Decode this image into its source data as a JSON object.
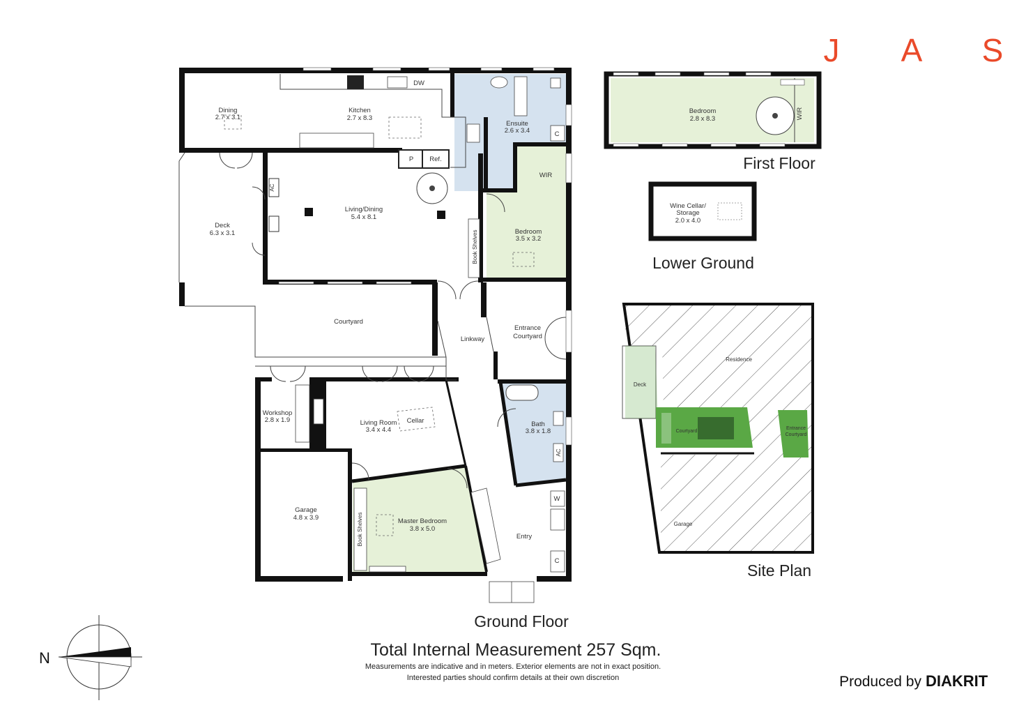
{
  "brand": {
    "letters": [
      "J",
      "A",
      "S"
    ],
    "color": "#ea4a2a"
  },
  "colors": {
    "green_room": "#e6f1d8",
    "blue_room": "#d5e2ef",
    "site_green": "#5aa845"
  },
  "ground_floor": {
    "title": "Ground Floor",
    "rooms": {
      "dining": {
        "name": "Dining",
        "size": "2.7 x 3.1"
      },
      "kitchen": {
        "name": "Kitchen",
        "size": "2.7 x 8.3"
      },
      "ensuite": {
        "name": "Ensuite",
        "size": "2.6 x 3.4"
      },
      "living_dining": {
        "name": "Living/Dining",
        "size": "5.4 x 8.1"
      },
      "deck": {
        "name": "Deck",
        "size": "6.3 x 3.1"
      },
      "bedroom": {
        "name": "Bedroom",
        "size": "3.5 x 3.2"
      },
      "courtyard": {
        "name": "Courtyard"
      },
      "linkway": {
        "name": "Linkway"
      },
      "entrance_courtyard": {
        "name": "Entrance\nCourtyard",
        "line1": "Entrance",
        "line2": "Courtyard"
      },
      "workshop": {
        "name": "Workshop",
        "size": "2.8 x 1.9"
      },
      "living_room": {
        "name": "Living Room",
        "size": "3.4 x 4.4"
      },
      "cellar": {
        "name": "Cellar"
      },
      "bath": {
        "name": "Bath",
        "size": "3.8 x 1.8"
      },
      "garage": {
        "name": "Garage",
        "size": "4.8 x 3.9"
      },
      "master_bedroom": {
        "name": "Master Bedroom",
        "size": "3.8 x 5.0"
      },
      "entry": {
        "name": "Entry"
      }
    },
    "fixtures": {
      "dw": "DW",
      "p": "P",
      "ref": "Ref.",
      "wir": "WIR",
      "ac": "AC",
      "c": "C",
      "w": "W",
      "book_shelves": "Book Shelves"
    }
  },
  "first_floor": {
    "title": "First Floor",
    "bedroom": {
      "name": "Bedroom",
      "size": "2.8 x 8.3"
    },
    "wir": "WIR"
  },
  "lower_ground": {
    "title": "Lower Ground",
    "cellar": {
      "line1": "Wine Cellar/",
      "line2": "Storage",
      "size": "2.0 x 4.0"
    }
  },
  "site_plan": {
    "title": "Site Plan",
    "labels": {
      "residence": "Residence",
      "deck": "Deck",
      "courtyard": "Courtyard",
      "entrance_line1": "Entrance",
      "entrance_line2": "Courtyard",
      "garage": "Garage"
    }
  },
  "footer": {
    "total": "Total Internal Measurement 257 Sqm.",
    "note1": "Measurements are indicative and in meters. Exterior elements are not in exact position.",
    "note2": "Interested parties should confirm details at their own discretion",
    "produced_by": "Produced by",
    "company": "DIAKRIT"
  },
  "compass": {
    "north": "N"
  }
}
